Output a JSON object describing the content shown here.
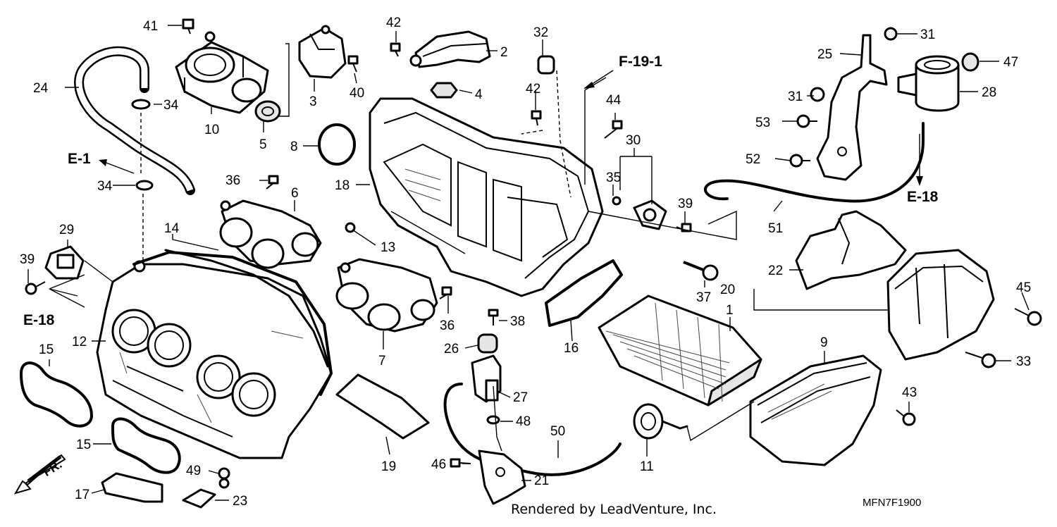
{
  "diagram": {
    "references": {
      "f19_1": "F-19-1",
      "e1": "E-1",
      "e18_left": "E-18",
      "e18_right": "E-18"
    },
    "direction": {
      "label": "FR."
    },
    "credit": "Rendered by LeadVenture, Inc.",
    "figure_code": "MFN7F1900",
    "callouts": {
      "c1": "1",
      "c2": "2",
      "c3": "3",
      "c4": "4",
      "c5": "5",
      "c6": "6",
      "c7": "7",
      "c8": "8",
      "c9": "9",
      "c10": "10",
      "c11": "11",
      "c12": "12",
      "c13": "13",
      "c14": "14",
      "c15a": "15",
      "c15b": "15",
      "c16": "16",
      "c17": "17",
      "c18": "18",
      "c19": "19",
      "c20": "20",
      "c21": "21",
      "c22": "22",
      "c23": "23",
      "c24": "24",
      "c25": "25",
      "c26": "26",
      "c27": "27",
      "c28": "28",
      "c29": "29",
      "c30": "30",
      "c31a": "31",
      "c31b": "31",
      "c32": "32",
      "c33": "33",
      "c34a": "34",
      "c34b": "34",
      "c35": "35",
      "c36a": "36",
      "c36b": "36",
      "c37": "37",
      "c38": "38",
      "c39a": "39",
      "c39b": "39",
      "c40": "40",
      "c41": "41",
      "c42a": "42",
      "c42b": "42",
      "c43": "43",
      "c44": "44",
      "c45": "45",
      "c46": "46",
      "c47": "47",
      "c48": "48",
      "c49": "49",
      "c50": "50",
      "c51": "51",
      "c52": "52",
      "c53": "53"
    }
  }
}
